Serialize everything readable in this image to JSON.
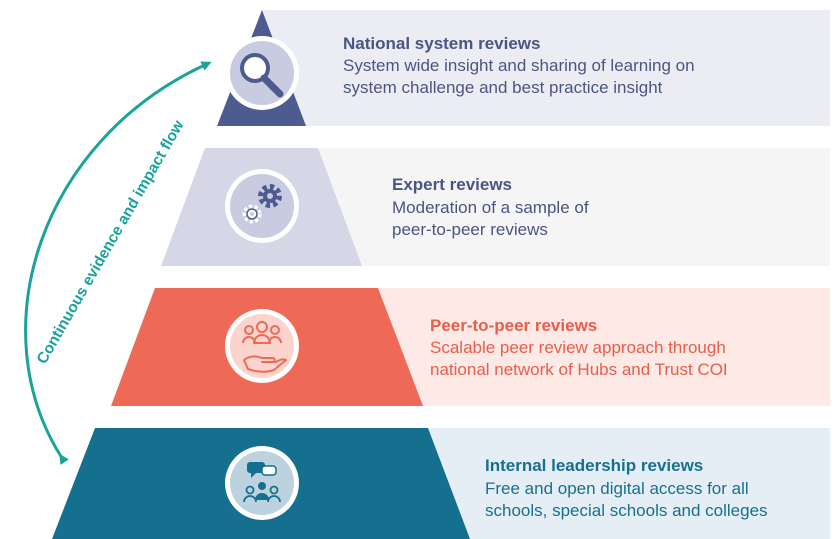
{
  "flow_label": "Continuous evidence and impact flow",
  "levels": [
    {
      "title": "National system reviews",
      "desc_line1": "System wide insight and sharing of learning on",
      "desc_line2": "system challenge and best practice insight",
      "icon": "magnifying-glass-icon",
      "fill": "#4d5b8e",
      "band": "#ecedf3",
      "text_color": "#4a5583"
    },
    {
      "title": "Expert reviews",
      "desc_line1": "Moderation of a sample of",
      "desc_line2": "peer-to-peer reviews",
      "icon": "gears-icon",
      "fill": "#d5d6e6",
      "band": "#f5f5f6",
      "text_color": "#4a5583"
    },
    {
      "title": "Peer-to-peer reviews",
      "desc_line1": "Scalable peer review approach through",
      "desc_line2": "national network of Hubs and Trust COI",
      "icon": "people-hand-icon",
      "fill": "#ee6a56",
      "band": "#fde9e6",
      "text_color": "#ea5d4a"
    },
    {
      "title": "Internal leadership reviews",
      "desc_line1": "Free and open digital access for all",
      "desc_line2": "schools, special schools and colleges",
      "icon": "chat-people-icon",
      "fill": "#156f8f",
      "band": "#e5eef4",
      "text_color": "#17708f"
    }
  ],
  "colors": {
    "arrow": "#1aa39a",
    "icon_dark": "#4d5b8e",
    "icon_light": "#c9cbe0",
    "icon_coral": "#ee6a56",
    "icon_teal_light": "#bcd3df",
    "icon_teal": "#156f8f"
  }
}
